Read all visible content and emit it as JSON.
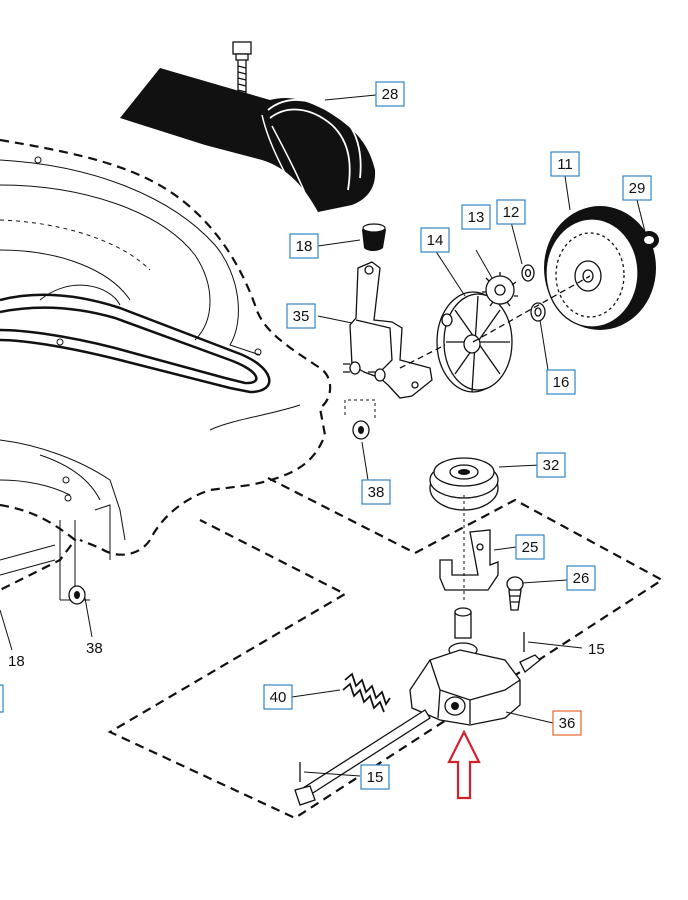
{
  "diagram": {
    "colors": {
      "label_box_blue": "#2f86c4",
      "highlight_orange": "#e8662a",
      "arrow_red": "#d4202a"
    },
    "callouts": [
      {
        "id": "28",
        "text": "28",
        "style": "boxed"
      },
      {
        "id": "11",
        "text": "11",
        "style": "boxed"
      },
      {
        "id": "29",
        "text": "29",
        "style": "boxed"
      },
      {
        "id": "13",
        "text": "13",
        "style": "boxed"
      },
      {
        "id": "12",
        "text": "12",
        "style": "boxed"
      },
      {
        "id": "14",
        "text": "14",
        "style": "boxed"
      },
      {
        "id": "18a",
        "text": "18",
        "style": "boxed"
      },
      {
        "id": "35",
        "text": "35",
        "style": "boxed"
      },
      {
        "id": "16",
        "text": "16",
        "style": "boxed"
      },
      {
        "id": "38a",
        "text": "38",
        "style": "boxed"
      },
      {
        "id": "32",
        "text": "32",
        "style": "boxed"
      },
      {
        "id": "25",
        "text": "25",
        "style": "boxed"
      },
      {
        "id": "26",
        "text": "26",
        "style": "boxed"
      },
      {
        "id": "15a",
        "text": "15",
        "style": "plain"
      },
      {
        "id": "40",
        "text": "40",
        "style": "boxed"
      },
      {
        "id": "36",
        "text": "36",
        "style": "highlighted"
      },
      {
        "id": "15b",
        "text": "15",
        "style": "boxed"
      },
      {
        "id": "18b",
        "text": "18",
        "style": "plain"
      },
      {
        "id": "38b",
        "text": "38",
        "style": "plain"
      }
    ],
    "highlight": {
      "part": "36",
      "marker": "up-arrow"
    }
  }
}
